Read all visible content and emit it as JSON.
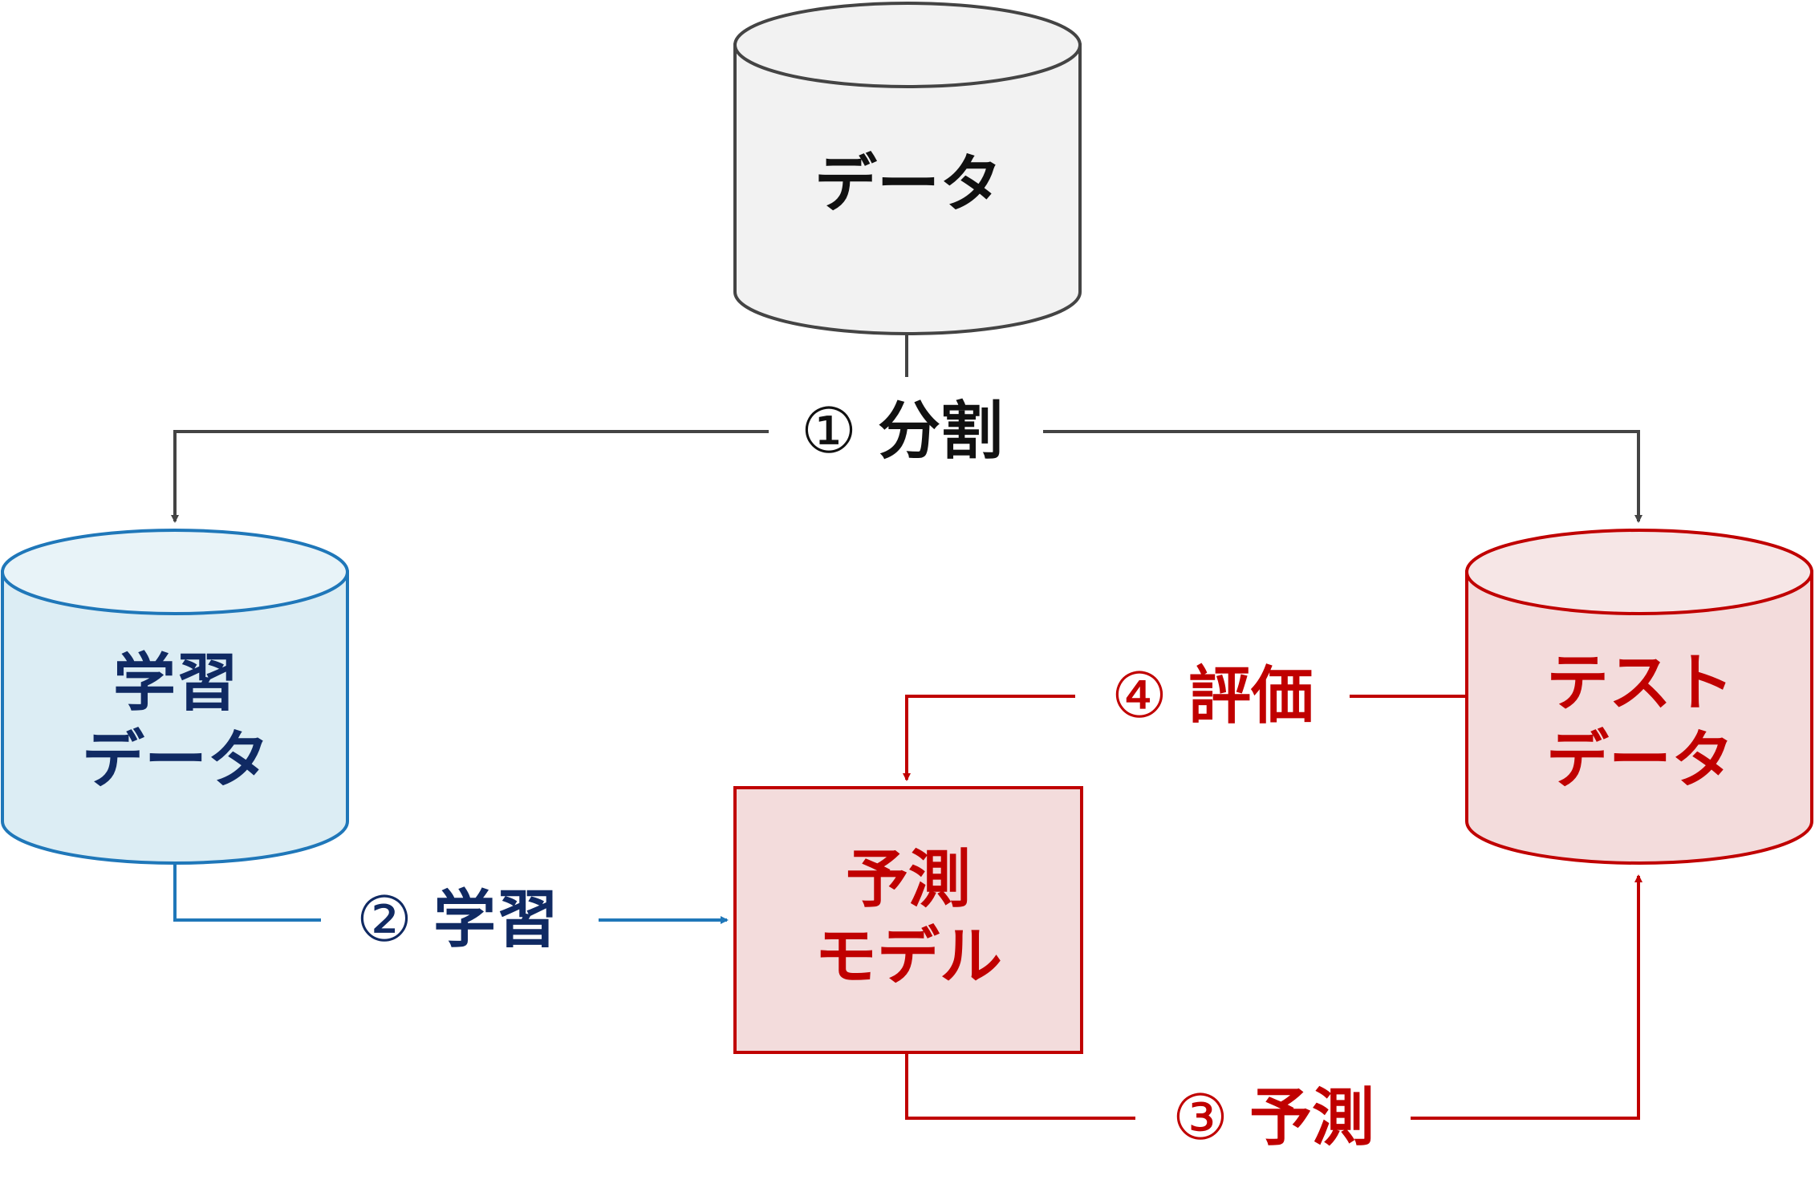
{
  "nodes": {
    "data": {
      "lines": [
        "データ"
      ],
      "shape": "cylinder",
      "fill": "#f2f2f2",
      "stroke": "#444444",
      "text_color": "#111111"
    },
    "train_data": {
      "lines": [
        "学習",
        "データ"
      ],
      "shape": "cylinder",
      "fill": "#dcedf4",
      "stroke": "#1f77b9",
      "text_color": "#102a63"
    },
    "test_data": {
      "lines": [
        "テスト",
        "データ"
      ],
      "shape": "cylinder",
      "fill": "#f3dcdc",
      "stroke": "#c00000",
      "text_color": "#c00000"
    },
    "model": {
      "lines": [
        "予測",
        "モデル"
      ],
      "shape": "rectangle",
      "fill": "#f3dcdc",
      "stroke": "#c00000",
      "text_color": "#c00000"
    }
  },
  "steps": [
    {
      "id": "split",
      "number": "①",
      "label": "分割",
      "color": "#111111",
      "line_color": "#444444"
    },
    {
      "id": "train",
      "number": "②",
      "label": "学習",
      "color": "#102a63",
      "line_color": "#1f77b9"
    },
    {
      "id": "predict",
      "number": "③",
      "label": "予測",
      "color": "#c00000",
      "line_color": "#c00000"
    },
    {
      "id": "evaluate",
      "number": "④",
      "label": "評価",
      "color": "#c00000",
      "line_color": "#c00000"
    }
  ]
}
